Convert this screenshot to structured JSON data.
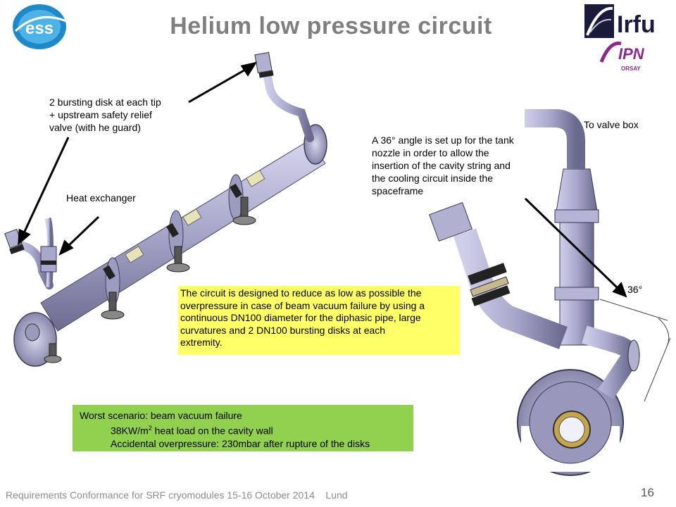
{
  "title": "Helium  low  pressure  circuit",
  "logos": {
    "ess_text": "ess",
    "irfu_text": "Irfu",
    "ipn_text": "IPN",
    "ipn_sub": "ORSAY"
  },
  "annotations": {
    "bursting_disk": [
      "2 bursting disk at each tip",
      "+ upstream safety relief",
      "valve (with he guard)"
    ],
    "heat_exchanger": "Heat exchanger",
    "to_valve_box": "To valve box",
    "angle_note": [
      "A 36° angle is set up for the tank",
      "nozzle in order to allow the",
      "insertion of the cavity string and",
      "the cooling circuit inside the",
      "spaceframe"
    ],
    "angle_label": "36°"
  },
  "yellow_box": [
    "The circuit is designed to reduce as low as possible the",
    "overpressure in case of beam vacuum failure by using a",
    "continuous DN100 diameter for the diphasic pipe, large",
    "curvatures and 2 DN100 bursting disks at each",
    "extremity."
  ],
  "green_box": {
    "line1": "Worst scenario: beam vacuum failure",
    "line2_pre": "38KW/m",
    "line2_sup": "2",
    "line2_post": " heat load on the cavity wall",
    "line3": "Accidental overpressure: 230mbar after rupture of the disks"
  },
  "footer": "Requirements Conformance for SRF cryomodules 15-16 October 2014    Lund",
  "page_number": "16"
}
